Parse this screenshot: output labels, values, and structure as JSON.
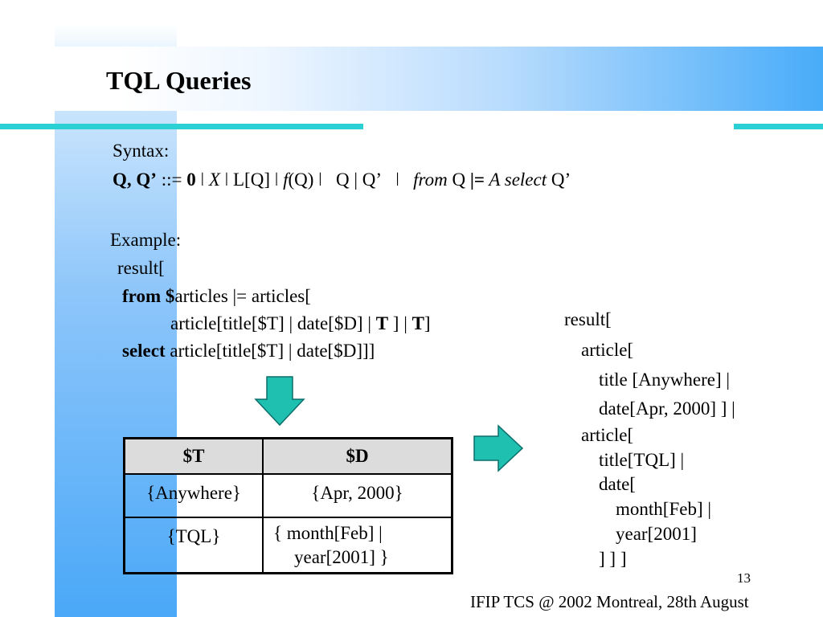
{
  "slide": {
    "title": "TQL Queries",
    "page_number": "13",
    "footer": "IFIP TCS @ 2002 Montreal, 28th August"
  },
  "syntax": {
    "label": "Syntax:",
    "q": "Q, Q’",
    "def": " ::= ",
    "zero": "0",
    "sep": " ǀ ",
    "x": "X",
    "lq": "L[Q]",
    "f": "f",
    "fq": "(Q)",
    "qq": "Q | Q’",
    "from": "from",
    "q2": " Q ",
    "models": "|=",
    "a": " A ",
    "select": "select",
    "q3": " Q’"
  },
  "example": {
    "label": "Example:",
    "line1": "result[",
    "from_kw": "from",
    "from_dollar": " $",
    "from_rest": "articles |= articles[",
    "line3a": "article[title[$T] | date[$D] | ",
    "line3_t1": "T",
    "line3b": " ]    | ",
    "line3_t2": "T",
    "line3c": "]",
    "select_kw": "select",
    "select_rest": " article[title[$T] | date[$D]]]"
  },
  "table": {
    "headers": [
      "$T",
      "$D"
    ],
    "rows": [
      [
        "{Anywhere}",
        "{Apr, 2000}"
      ],
      [
        "{TQL}",
        "{ month[Feb] |",
        "year[2001] }"
      ]
    ]
  },
  "result": {
    "lines": [
      "result[",
      "article[",
      "title [Anywhere]  |",
      "date[Apr, 2000]   ]  |",
      "article[",
      "title[TQL]  |",
      "date[",
      "month[Feb]  |",
      "year[2001]",
      "]   ]   ]"
    ]
  },
  "colors": {
    "accent_line": "#2bd0d5",
    "arrow_fill": "#20c0b0",
    "side_bar": "#4aa8f8"
  }
}
